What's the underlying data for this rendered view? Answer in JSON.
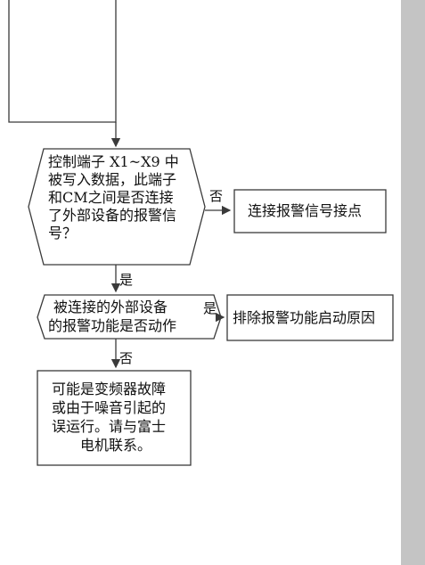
{
  "decision1": {
    "lines": [
      "控制端子 X1~X9 中",
      "被写入数据，此端子",
      "和CM之间是否连接",
      "了外部设备的报警信",
      "号？"
    ]
  },
  "action1": {
    "text": "连接报警信号接点"
  },
  "decision2": {
    "lines": [
      "被连接的外部设备",
      "的报警功能是否动作"
    ]
  },
  "action2": {
    "text": "排除报警功能启动原因"
  },
  "result": {
    "lines": [
      "可能是变频器故障",
      "或由于噪音引起的",
      "误运行。请与富士",
      "电机联系。"
    ]
  },
  "labels": {
    "no1": "否",
    "yes1": "是",
    "yes2": "是",
    "no2": "否"
  },
  "colors": {
    "line": "#3a3a3a",
    "scrollbar": "#c7c7c7"
  }
}
